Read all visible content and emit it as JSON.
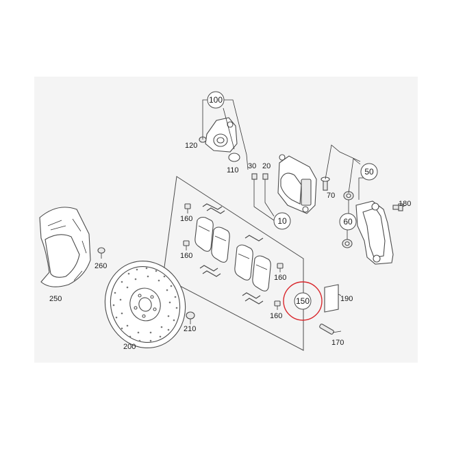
{
  "diagram": {
    "callouts": {
      "c100": "100",
      "c120": "120",
      "c110": "110",
      "c30": "30",
      "c20": "20",
      "c10": "10",
      "c70": "70",
      "c50": "50",
      "c60": "60",
      "c180": "180",
      "c160a": "160",
      "c160b": "160",
      "c160c": "160",
      "c160d": "160",
      "c150": "150",
      "c190": "190",
      "c170": "170",
      "c260": "260",
      "c250": "250",
      "c210": "210",
      "c200": "200"
    },
    "highlight_color": "#d9262b",
    "line_color": "#4a4a4a"
  }
}
